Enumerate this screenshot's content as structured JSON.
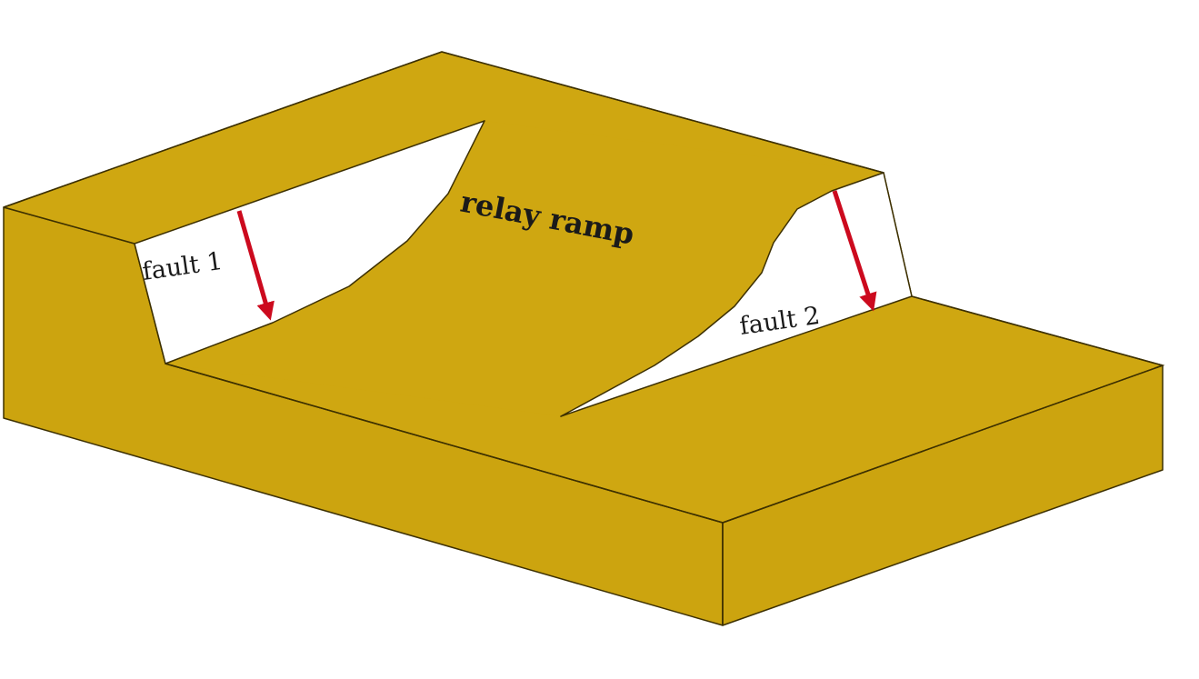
{
  "labels": {
    "relay_ramp": "relay ramp",
    "fault_1": "fault 1",
    "fault_2": "fault 2"
  },
  "colors": {
    "rock": "#cca40f",
    "rock_top": "#cfa711",
    "outline": "#3d3000",
    "fault_face": "#ffffff",
    "arrow": "#cc0a1e",
    "background": "#ffffff"
  }
}
